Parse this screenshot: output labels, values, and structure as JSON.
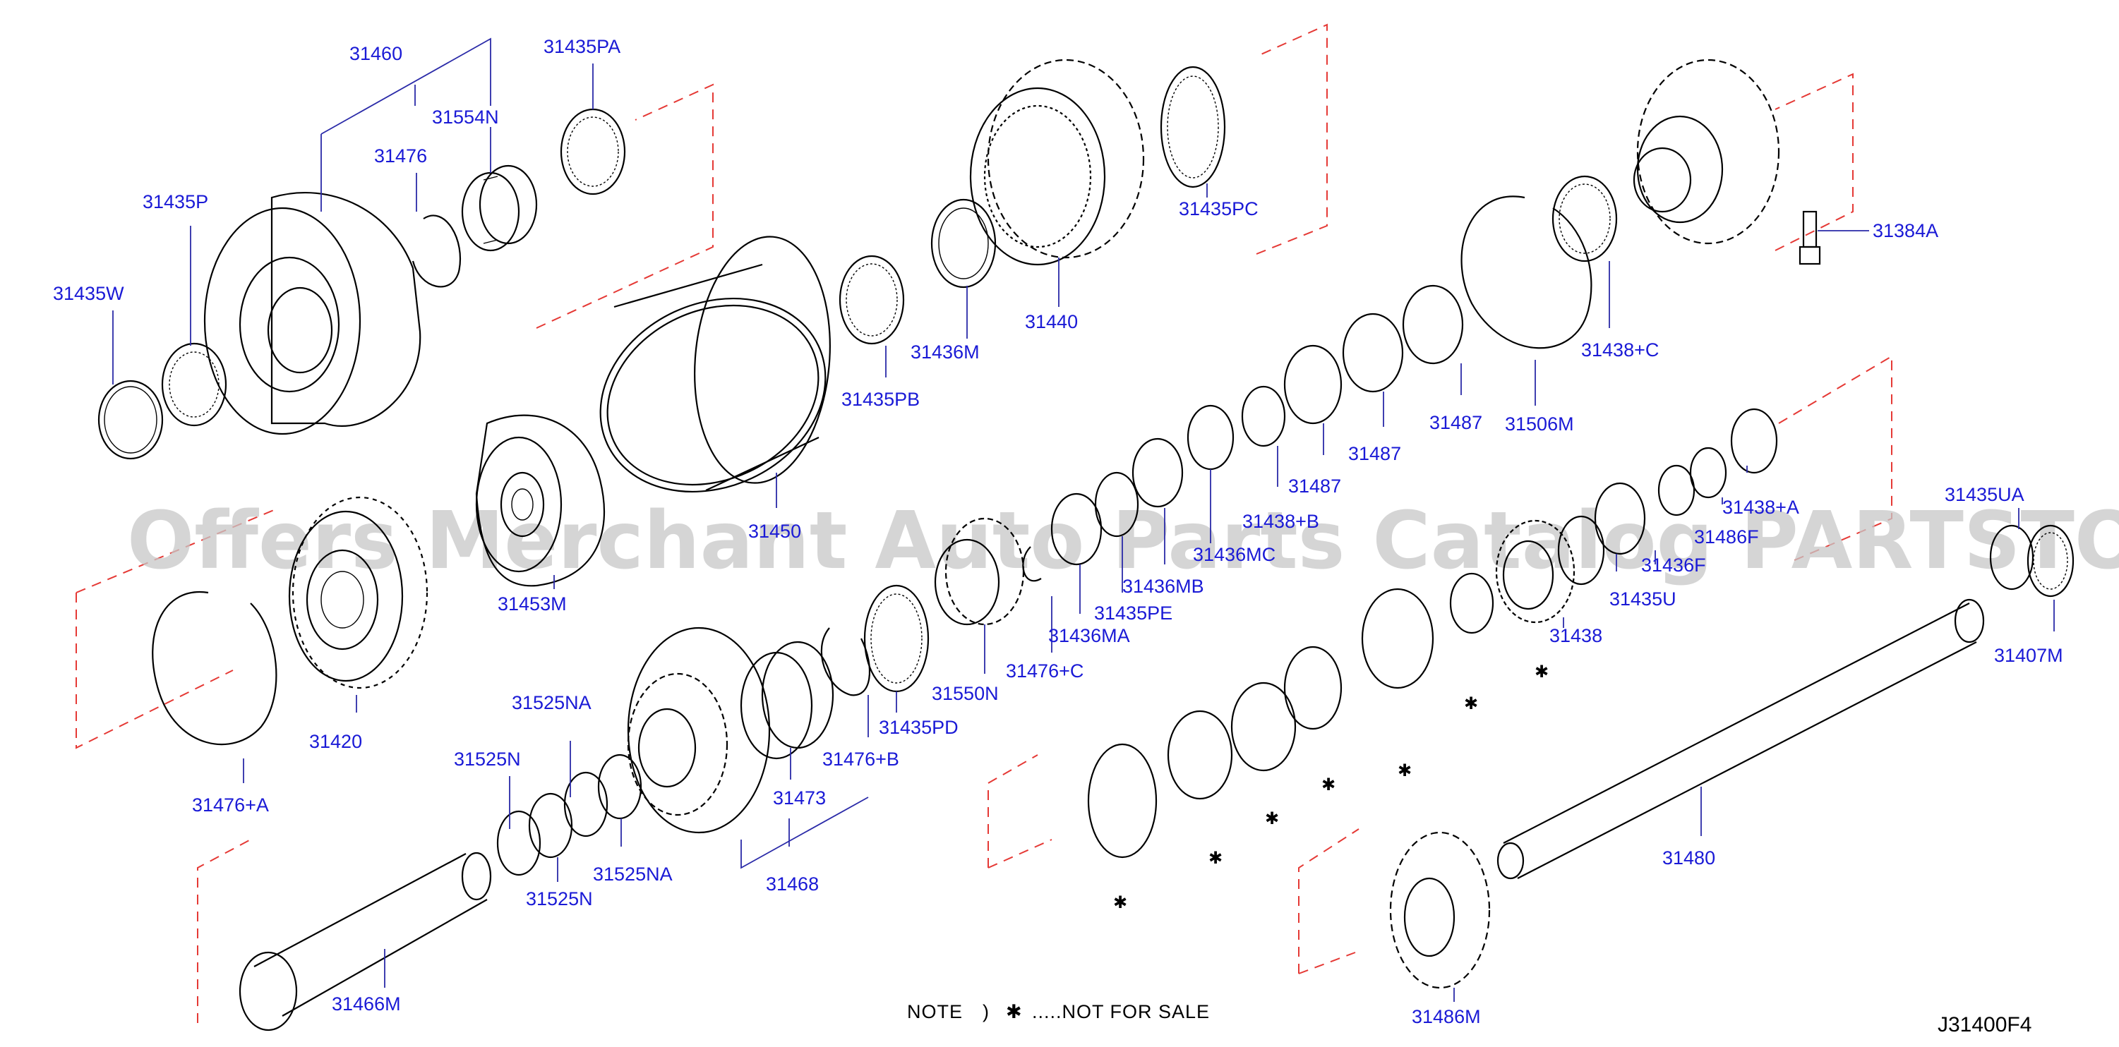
{
  "diagram": {
    "watermark": "Offers Merchant Auto Parts Catalog PARTSTORE.SA",
    "note": {
      "prefix": "NOTE",
      "paren": ")",
      "star": "✱",
      "text": ".....NOT FOR SALE"
    },
    "code": "J31400F4",
    "part_labels": {
      "p31460": "31460",
      "p31435PA": "31435PA",
      "p31554N": "31554N",
      "p31476": "31476",
      "p31435P": "31435P",
      "p31435W": "31435W",
      "p31436M": "31436M",
      "p31440": "31440",
      "p31435PC": "31435PC",
      "p31435PB": "31435PB",
      "p31384A": "31384A",
      "p31438C": "31438+C",
      "p31506M": "31506M",
      "p31487a": "31487",
      "p31487b": "31487",
      "p31487c": "31487",
      "p31450": "31450",
      "p31453M": "31453M",
      "p31420": "31420",
      "p31476A": "31476+A",
      "p31438B": "31438+B",
      "p31436MC": "31436MC",
      "p31436MB": "31436MB",
      "p31438A": "31438+A",
      "p31486F": "31486F",
      "p31435UA": "31435UA",
      "p31436F": "31436F",
      "p31435U": "31435U",
      "p31407M": "31407M",
      "p31438": "31438",
      "p31435PE": "31435PE",
      "p31436MA": "31436MA",
      "p31476C": "31476+C",
      "p31550N": "31550N",
      "p31435PD": "31435PD",
      "p31476B": "31476+B",
      "p31473": "31473",
      "p31468": "31468",
      "p31525NA_top": "31525NA",
      "p31525N_top": "31525N",
      "p31525NA_bot": "31525NA",
      "p31525N_bot": "31525N",
      "p31466M": "31466M",
      "p31480": "31480",
      "p31486M": "31486M"
    }
  }
}
